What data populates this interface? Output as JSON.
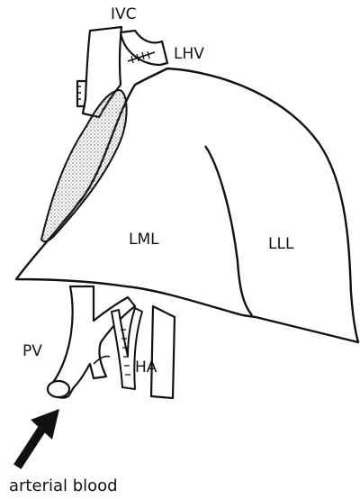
{
  "labels": {
    "ivc": "IVC",
    "lhv": "LHV",
    "lml": "LML",
    "lll": "LLL",
    "pv": "PV",
    "ha": "HA"
  },
  "caption": "arterial blood",
  "colors": {
    "ink": "#111111",
    "background": "#ffffff",
    "stipple": "#555555"
  }
}
